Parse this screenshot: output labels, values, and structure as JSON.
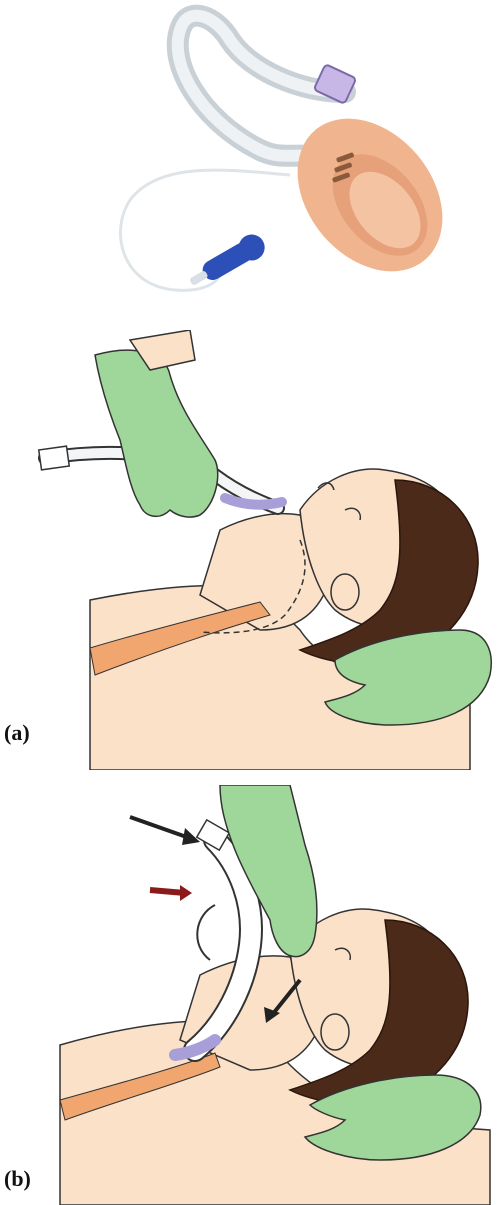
{
  "figure": {
    "panels": [
      {
        "id": "device",
        "label": ""
      },
      {
        "id": "a",
        "label": "(a)"
      },
      {
        "id": "b",
        "label": "(b)"
      }
    ]
  },
  "colors": {
    "skin": "#fbe1c8",
    "skin_shade": "#f6c7a0",
    "airway": "#f1a56f",
    "hair": "#4b2a1a",
    "glove": "#9fd79a",
    "tube": "#d7dde2",
    "cuff": "#a89fd8",
    "mask": "#f0b58f",
    "blue_valve": "#2d4fb8",
    "arrow": "#222222",
    "arrow_red": "#8b1a1a"
  },
  "icons": [
    "laryngeal-mask-airway",
    "glove-hand",
    "arrow"
  ]
}
